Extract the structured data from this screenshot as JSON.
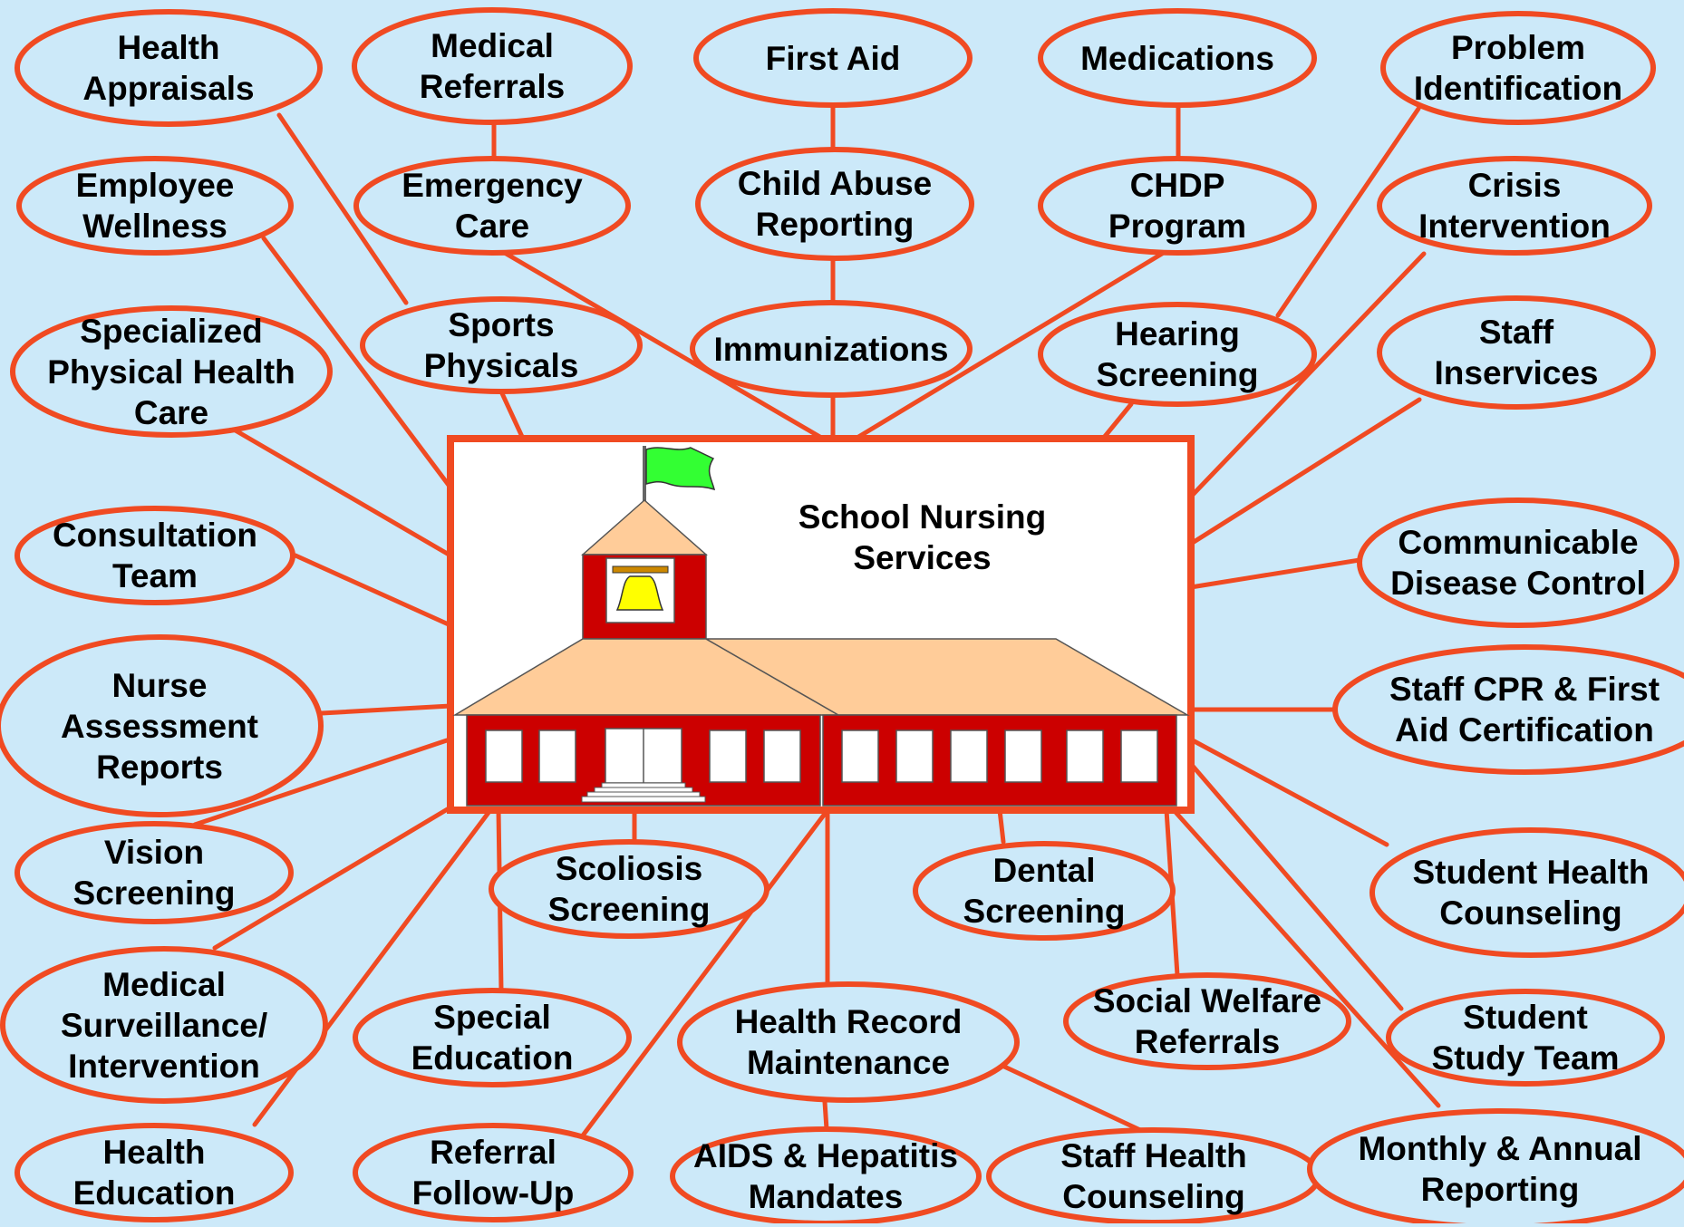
{
  "center": {
    "lines": [
      "School Nursing",
      "Services"
    ]
  },
  "colors": {
    "background": "#cce9f9",
    "accent": "#f04a22",
    "building_red": "#cc0000",
    "roof": "#ffcc99",
    "flag": "#33ff33",
    "bell": "#ffff00"
  },
  "nodes": [
    {
      "id": "health-appraisals",
      "lines": [
        "Health",
        "Appraisals"
      ]
    },
    {
      "id": "medical-referrals",
      "lines": [
        "Medical",
        "Referrals"
      ]
    },
    {
      "id": "first-aid",
      "lines": [
        "First Aid"
      ]
    },
    {
      "id": "medications",
      "lines": [
        "Medications"
      ]
    },
    {
      "id": "problem-identification",
      "lines": [
        "Problem",
        "Identification"
      ]
    },
    {
      "id": "employee-wellness",
      "lines": [
        "Employee",
        "Wellness"
      ]
    },
    {
      "id": "emergency-care",
      "lines": [
        "Emergency",
        "Care"
      ]
    },
    {
      "id": "child-abuse-reporting",
      "lines": [
        "Child Abuse",
        "Reporting"
      ]
    },
    {
      "id": "chdp-program",
      "lines": [
        "CHDP",
        "Program"
      ]
    },
    {
      "id": "crisis-intervention",
      "lines": [
        "Crisis",
        "Intervention"
      ]
    },
    {
      "id": "specialized-physical-health-care",
      "lines": [
        "Specialized",
        "Physical Health",
        "Care"
      ]
    },
    {
      "id": "sports-physicals",
      "lines": [
        "Sports",
        "Physicals"
      ]
    },
    {
      "id": "immunizations",
      "lines": [
        "Immunizations"
      ]
    },
    {
      "id": "hearing-screening",
      "lines": [
        "Hearing",
        "Screening"
      ]
    },
    {
      "id": "staff-inservices",
      "lines": [
        "Staff",
        "Inservices"
      ]
    },
    {
      "id": "consultation-team",
      "lines": [
        "Consultation",
        "Team"
      ]
    },
    {
      "id": "communicable-disease-control",
      "lines": [
        "Communicable",
        "Disease Control"
      ]
    },
    {
      "id": "nurse-assessment-reports",
      "lines": [
        "Nurse",
        "Assessment",
        "Reports"
      ]
    },
    {
      "id": "staff-cpr-first-aid",
      "lines": [
        "Staff CPR & First",
        "Aid Certification"
      ]
    },
    {
      "id": "vision-screening",
      "lines": [
        "Vision",
        "Screening"
      ]
    },
    {
      "id": "scoliosis-screening",
      "lines": [
        "Scoliosis",
        "Screening"
      ]
    },
    {
      "id": "dental-screening",
      "lines": [
        "Dental",
        "Screening"
      ]
    },
    {
      "id": "student-health-counseling",
      "lines": [
        "Student Health",
        "Counseling"
      ]
    },
    {
      "id": "medical-surveillance",
      "lines": [
        "Medical",
        "Surveillance/",
        "Intervention"
      ]
    },
    {
      "id": "special-education",
      "lines": [
        "Special",
        "Education"
      ]
    },
    {
      "id": "health-record-maintenance",
      "lines": [
        "Health Record",
        "Maintenance"
      ]
    },
    {
      "id": "social-welfare-referrals",
      "lines": [
        "Social Welfare",
        "Referrals"
      ]
    },
    {
      "id": "student-study-team",
      "lines": [
        "Student",
        "Study Team"
      ]
    },
    {
      "id": "health-education",
      "lines": [
        "Health",
        "Education"
      ]
    },
    {
      "id": "referral-follow-up",
      "lines": [
        "Referral",
        "Follow-Up"
      ]
    },
    {
      "id": "aids-hepatitis-mandates",
      "lines": [
        "AIDS & Hepatitis",
        "Mandates"
      ]
    },
    {
      "id": "staff-health-counseling",
      "lines": [
        "Staff Health",
        "Counseling"
      ]
    },
    {
      "id": "monthly-annual-reporting",
      "lines": [
        "Monthly & Annual",
        "Reporting"
      ]
    }
  ]
}
